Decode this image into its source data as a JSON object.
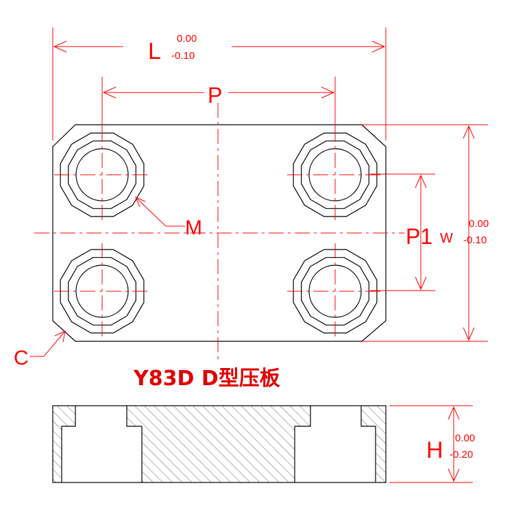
{
  "title": "Y83D D型压板",
  "labels": {
    "L": "L",
    "L_tol_upper": "0.00",
    "L_tol_lower": "-0.10",
    "P": "P",
    "P1": "P1",
    "W": "W",
    "W_tol_upper": "0.00",
    "W_tol_lower": "-0.10",
    "M": "M",
    "C": "C",
    "H": "H",
    "H_tol_upper": "0.00",
    "H_tol_lower": "-0.20"
  },
  "colors": {
    "dimension": "#ff0000",
    "outline": "#000000",
    "title": "#e00000"
  }
}
